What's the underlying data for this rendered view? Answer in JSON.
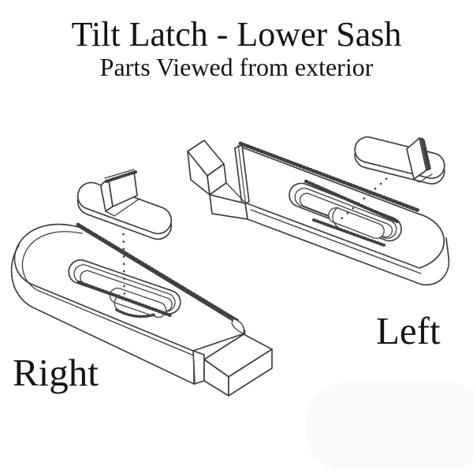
{
  "page": {
    "background": "#ffffff"
  },
  "header": {
    "title": "Tilt Latch - Lower Sash",
    "subtitle": "Parts Viewed from exterior"
  },
  "diagram": {
    "labels": {
      "right": "Right",
      "left": "Left"
    },
    "colors": {
      "line_art": "#404040",
      "text": "#141414",
      "shadow_blob": "#fafafa"
    }
  }
}
